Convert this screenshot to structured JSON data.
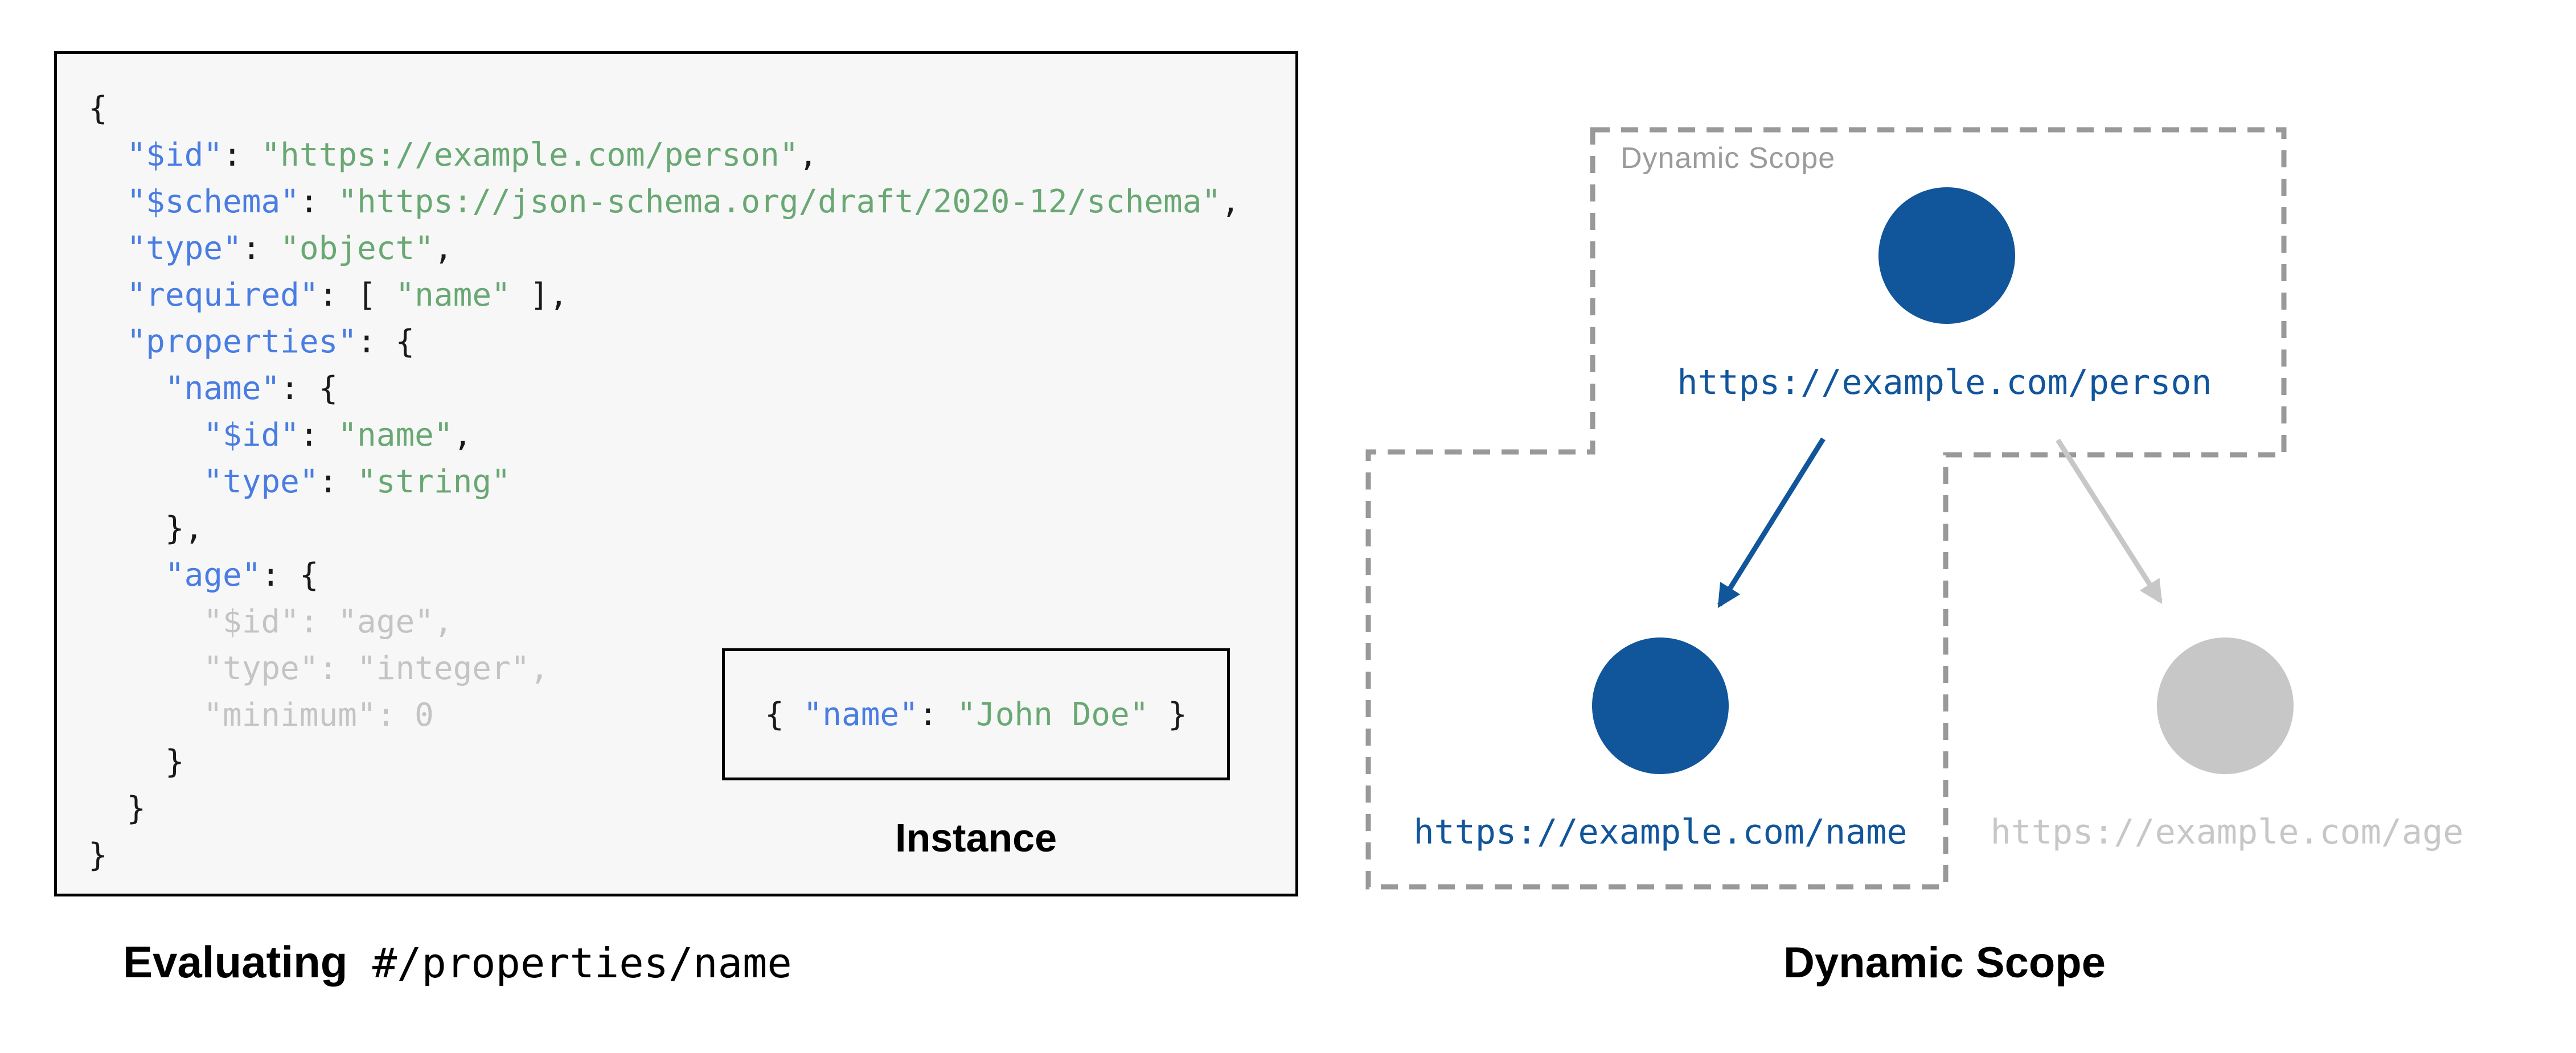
{
  "colors": {
    "key_blue": "#4A7DE2",
    "string_green": "#69A873",
    "punct": "#1A1A1A",
    "dim_gray": "#C4C4C4",
    "node_blue": "#11559B",
    "node_gray": "#C7C7C7",
    "scope_dash": "#999999",
    "scope_label": "#9B9B9B",
    "panel_bg": "#F7F7F7",
    "panel_border": "#000000",
    "caption_black": "#000000"
  },
  "panel": {
    "code_lines": [
      [
        [
          "p",
          "{"
        ]
      ],
      [
        [
          "p",
          "  "
        ],
        [
          "k",
          "\"$id\""
        ],
        [
          "p",
          ": "
        ],
        [
          "s",
          "\"https://example.com/person\""
        ],
        [
          "p",
          ","
        ]
      ],
      [
        [
          "p",
          "  "
        ],
        [
          "k",
          "\"$schema\""
        ],
        [
          "p",
          ": "
        ],
        [
          "s",
          "\"https://json-schema.org/draft/2020-12/schema\""
        ],
        [
          "p",
          ","
        ]
      ],
      [
        [
          "p",
          "  "
        ],
        [
          "k",
          "\"type\""
        ],
        [
          "p",
          ": "
        ],
        [
          "s",
          "\"object\""
        ],
        [
          "p",
          ","
        ]
      ],
      [
        [
          "p",
          "  "
        ],
        [
          "k",
          "\"required\""
        ],
        [
          "p",
          ": [ "
        ],
        [
          "s",
          "\"name\""
        ],
        [
          "p",
          " ],"
        ]
      ],
      [
        [
          "p",
          "  "
        ],
        [
          "k",
          "\"properties\""
        ],
        [
          "p",
          ": {"
        ]
      ],
      [
        [
          "p",
          "    "
        ],
        [
          "k",
          "\"name\""
        ],
        [
          "p",
          ": {"
        ]
      ],
      [
        [
          "p",
          "      "
        ],
        [
          "k",
          "\"$id\""
        ],
        [
          "p",
          ": "
        ],
        [
          "s",
          "\"name\""
        ],
        [
          "p",
          ","
        ]
      ],
      [
        [
          "p",
          "      "
        ],
        [
          "k",
          "\"type\""
        ],
        [
          "p",
          ": "
        ],
        [
          "s",
          "\"string\""
        ]
      ],
      [
        [
          "p",
          "    },"
        ]
      ],
      [
        [
          "p",
          "    "
        ],
        [
          "k",
          "\"age\""
        ],
        [
          "p",
          ": {"
        ]
      ],
      [
        [
          "d",
          "      \"$id\": \"age\","
        ]
      ],
      [
        [
          "d",
          "      \"type\": \"integer\","
        ]
      ],
      [
        [
          "d",
          "      \"minimum\": 0"
        ]
      ],
      [
        [
          "p",
          "    }"
        ]
      ],
      [
        [
          "p",
          "  }"
        ]
      ],
      [
        [
          "p",
          "}"
        ]
      ]
    ],
    "instance": {
      "tokens": [
        [
          [
            "p",
            "{ "
          ],
          [
            "k",
            "\"name\""
          ],
          [
            "p",
            ": "
          ],
          [
            "s",
            "\"John Doe\""
          ],
          [
            "p",
            " }"
          ]
        ]
      ],
      "label": "Instance"
    },
    "caption_bold": "Evaluating",
    "caption_mono": " #/properties/name"
  },
  "diagram": {
    "scope_label": "Dynamic Scope",
    "caption": "Dynamic Scope",
    "nodes": {
      "person": {
        "url": "https://example.com/person",
        "state": "active"
      },
      "name": {
        "url": "https://example.com/name",
        "state": "active"
      },
      "age": {
        "url": "https://example.com/age",
        "state": "inactive"
      }
    }
  }
}
